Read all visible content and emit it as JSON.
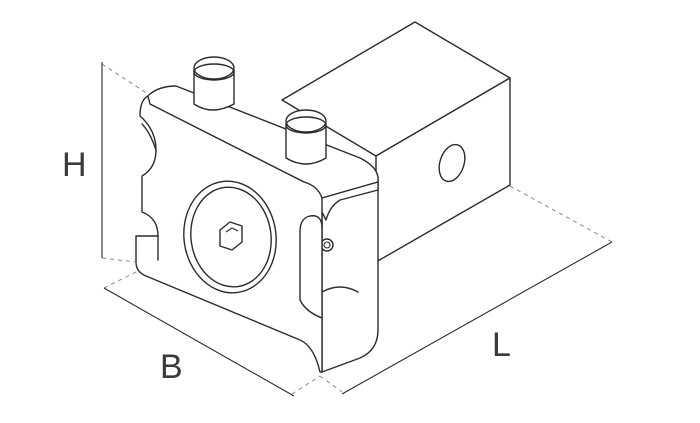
{
  "dimension_labels": {
    "height": "H",
    "width": "B",
    "length": "L"
  },
  "colors": {
    "line": "#2b2b2b",
    "dashed_extension": "#8a8a8a",
    "background": "#ffffff"
  },
  "icons": [
    "hex-socket-screw-icon",
    "pin-icon"
  ]
}
